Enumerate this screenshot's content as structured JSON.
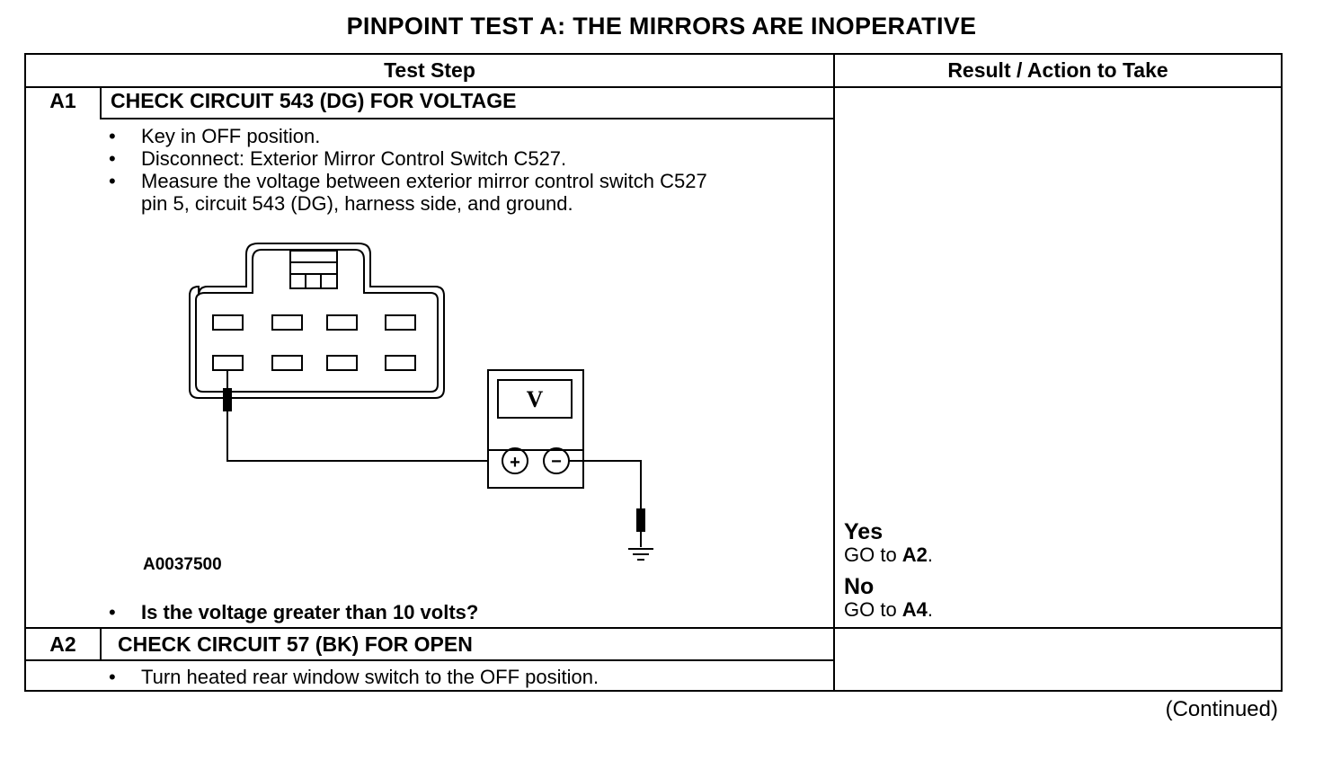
{
  "title": "PINPOINT TEST  A: THE MIRRORS ARE INOPERATIVE",
  "header": {
    "test_step": "Test Step",
    "result": "Result / Action to Take"
  },
  "steps": [
    {
      "id": "A1",
      "title": "CHECK CIRCUIT 543 (DG) FOR VOLTAGE",
      "bullets": [
        "Key in OFF position.",
        "Disconnect: Exterior Mirror Control Switch C527.",
        "Measure the voltage between exterior mirror control switch C527",
        "pin 5, circuit 543 (DG), harness side, and ground."
      ],
      "figure_id": "A0037500",
      "meter_symbol": "V",
      "meter_plus": "+",
      "meter_minus": "−",
      "question": "Is the voltage greater than 10 volts?",
      "results": [
        {
          "label": "Yes",
          "action": "GO to ",
          "target": "A2",
          "suffix": "."
        },
        {
          "label": "No",
          "action": "GO to ",
          "target": "A4",
          "suffix": "."
        }
      ]
    },
    {
      "id": "A2",
      "title": "CHECK CIRCUIT 57 (BK) FOR OPEN",
      "bullets": [
        "Turn heated rear window switch to the OFF position."
      ]
    }
  ],
  "bullet_glyph": "•",
  "continued": "(Continued)"
}
